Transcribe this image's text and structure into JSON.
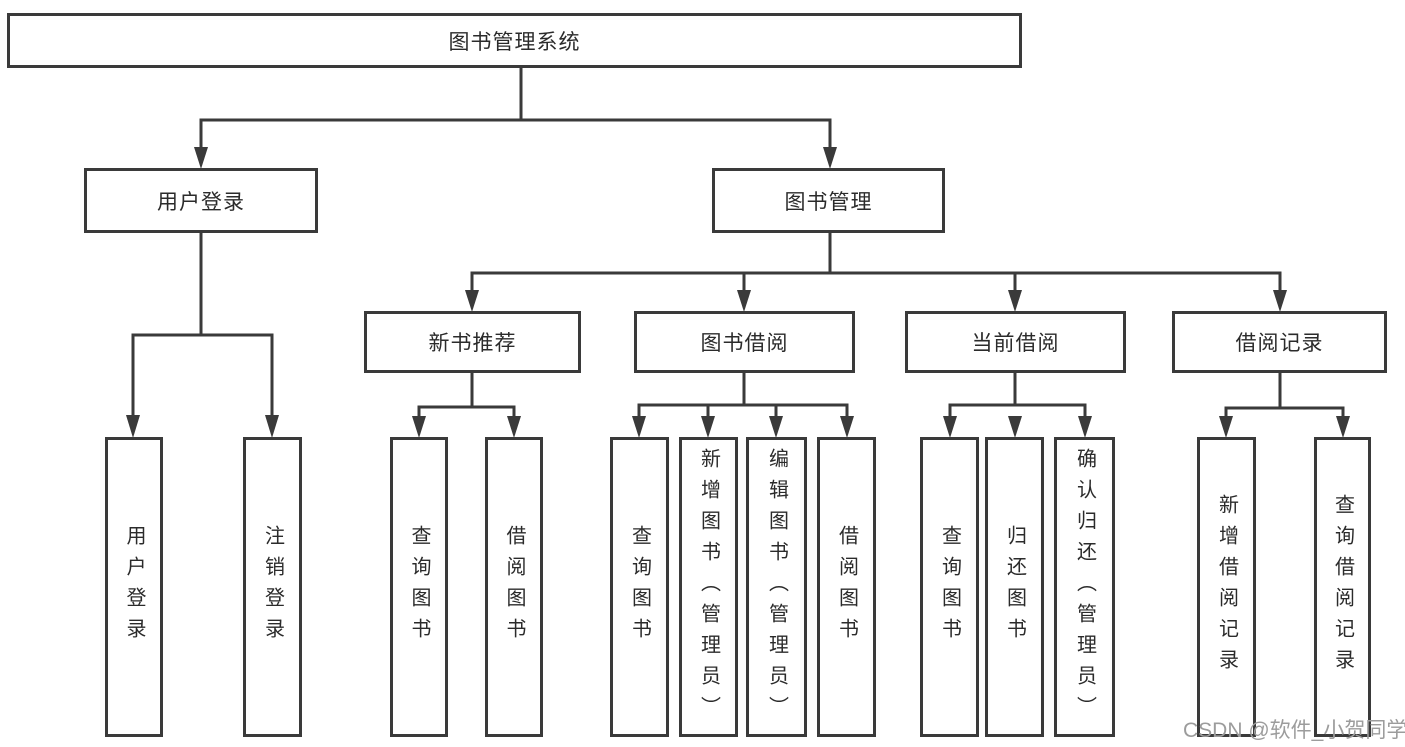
{
  "diagram_title": "图书管理系统",
  "nodes": {
    "root": "图书管理系统",
    "level2": [
      "用户登录",
      "图书管理"
    ],
    "level3": [
      "新书推荐",
      "图书借阅",
      "当前借阅",
      "借阅记录"
    ]
  },
  "leaves": [
    "用户登录",
    "注销登录",
    "查询图书",
    "借阅图书",
    "查询图书",
    "新增图书（管理员）",
    "编辑图书（管理员）",
    "借阅图书",
    "查询图书",
    "归还图书",
    "确认归还（管理员）",
    "新增借阅记录",
    "查询借阅记录"
  ],
  "watermark": "CSDN @软件_小贺同学",
  "colors": {
    "line": "#3a3a3a",
    "box_border": "#3a3a3a",
    "text": "#2b2b2b",
    "watermark": "#9c9c9c",
    "background": "#ffffff"
  }
}
